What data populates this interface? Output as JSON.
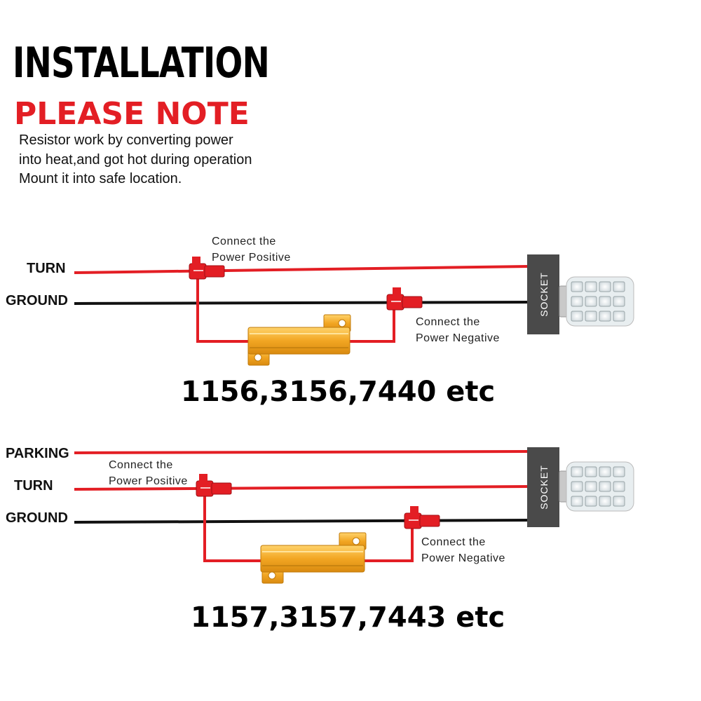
{
  "header": {
    "title": "INSTALLATION",
    "subtitle": "PLEASE NOTE",
    "lines": [
      "Resistor work by converting power",
      "into heat,and got hot during operation",
      "Mount it into safe location."
    ]
  },
  "diagram1": {
    "wires": [
      "TURN",
      "GROUND"
    ],
    "positive_note": [
      "Connect the",
      "Power Positive"
    ],
    "negative_note": [
      "Connect the",
      "Power Negative"
    ],
    "socket_label": "SOCKET",
    "models": "1156,3156,7440 etc"
  },
  "diagram2": {
    "wires": [
      "PARKING",
      "TURN",
      "GROUND"
    ],
    "positive_note": [
      "Connect the",
      "Power Positive"
    ],
    "negative_note": [
      "Connect the",
      "Power Negative"
    ],
    "socket_label": "SOCKET",
    "models": "1157,3157,7443 etc"
  },
  "colors": {
    "wire_red": "#e31e24",
    "wire_black": "#111111",
    "resistor_gold": "#f2a623",
    "socket_gray": "#4a4a4a"
  }
}
